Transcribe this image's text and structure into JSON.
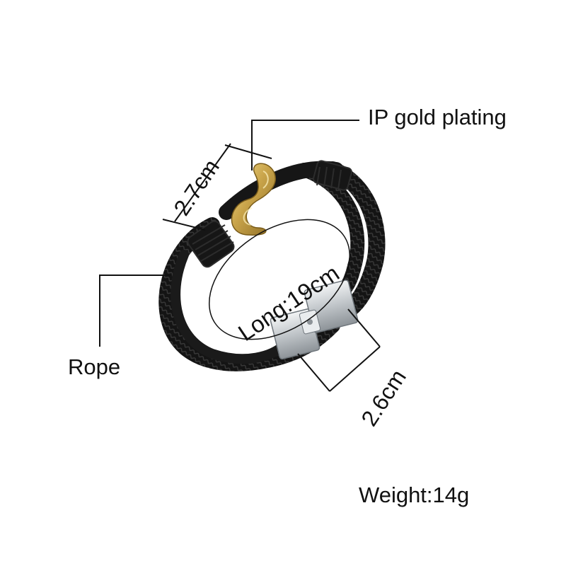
{
  "callouts": {
    "plating": "IP gold plating",
    "rope": "Rope",
    "weight": "Weight:14g"
  },
  "dimensions": {
    "width_top": "2.7cm",
    "width_clasp": "2.6cm",
    "length": "Long:19cm"
  },
  "colors": {
    "leather": "#141414",
    "gold": "#c9a44a",
    "steel": "#c8ccd0",
    "line": "#111111"
  }
}
